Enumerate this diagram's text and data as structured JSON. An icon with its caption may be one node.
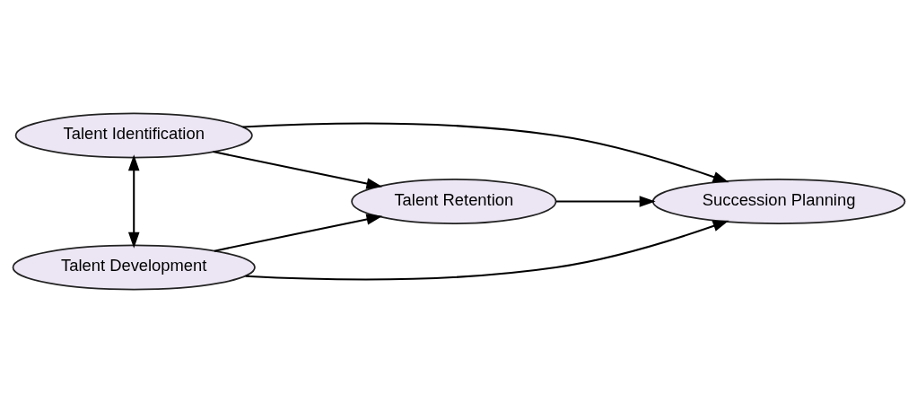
{
  "diagram": {
    "nodes": [
      {
        "text": [
          "Talent Identification"
        ]
      },
      {
        "text": [
          "Talent Development"
        ]
      },
      {
        "text": [
          "Talent Retention"
        ]
      },
      {
        "text": [
          "Succession Planning"
        ]
      }
    ],
    "edges": [
      {
        "from": 0,
        "to": 1,
        "arrow": "both"
      },
      {
        "from": 0,
        "to": 2,
        "arrow": "to"
      },
      {
        "from": 0,
        "to": 3,
        "arrow": "to"
      },
      {
        "from": 1,
        "to": 2,
        "arrow": "to"
      },
      {
        "from": 1,
        "to": 3,
        "arrow": "to"
      },
      {
        "from": 2,
        "to": 3,
        "arrow": "to"
      }
    ]
  }
}
